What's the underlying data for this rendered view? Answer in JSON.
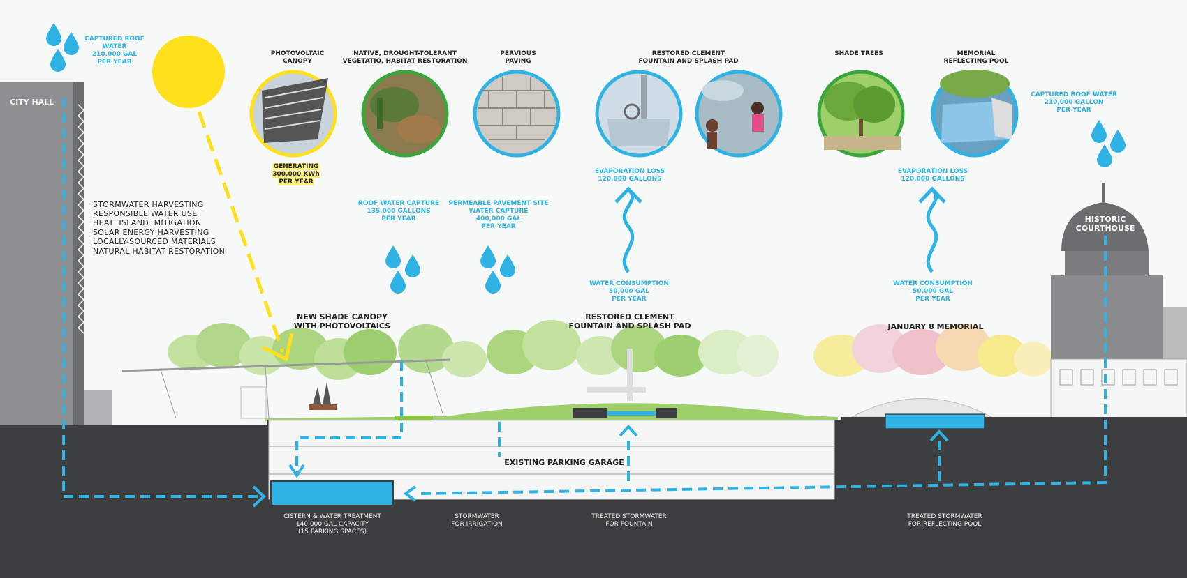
{
  "colors": {
    "water_blue": "#2eb3e4",
    "sun_yellow": "#ffe01b",
    "ground_dark": "#3d3e40",
    "tree_green": "#9fcf6a",
    "memorial_pink": "#f3b8c4",
    "memorial_yellow": "#f7e87a",
    "building_gray": "#8e8f91"
  },
  "buildings": {
    "city_hall": "CITY HALL",
    "courthouse": "HISTORIC\nCOURTHOUSE"
  },
  "goals": [
    "STORMWATER HARVESTING",
    "RESPONSIBLE WATER USE",
    "HEAT  ISLAND  MITIGATION",
    "SOLAR ENERGY HARVESTING",
    "LOCALLY-SOURCED MATERIALS",
    "NATURAL HABITAT RESTORATION"
  ],
  "captured_roof_left": "CAPTURED ROOF\nWATER\n210,000 GAL\nPER YEAR",
  "captured_roof_right": "CAPTURED ROOF WATER\n210,000 GALLON\nPER YEAR",
  "features": [
    {
      "title": "PHOTOVOLTAIC\nCANOPY",
      "icon": "solar-panel-photo",
      "ring": "#ffe01b"
    },
    {
      "title": "NATIVE, DROUGHT-TOLERANT\nVEGETATIO, HABITAT RESTORATION",
      "icon": "desert-plants-photo",
      "ring": "#3aa53a"
    },
    {
      "title": "PERVIOUS\nPAVING",
      "icon": "paving-photo",
      "ring": "#2eb3e4"
    },
    {
      "title": "RESTORED CLEMENT\nFOUNTAIN AND SPLASH PAD",
      "icon": "fountain-photo",
      "ring": "#2eb3e4"
    },
    {
      "title": "",
      "icon": "splash-pad-photo",
      "ring": "#2eb3e4"
    },
    {
      "title": "SHADE TREES",
      "icon": "shade-trees-photo",
      "ring": "#3aa53a"
    },
    {
      "title": "MEMORIAL\nREFLECTING POOL",
      "icon": "reflecting-pool-photo",
      "ring": "#2eb3e4"
    }
  ],
  "generating": [
    "GENERATING",
    "300,000 KWh",
    "PER YEAR"
  ],
  "roof_capture": "ROOF WATER CAPTURE\n135,000 GALLONS\nPER YEAR",
  "permeable_capture": "PERMEABLE PAVEMENT SITE\nWATER CAPTURE\n400,000 GAL\nPER YEAR",
  "evaporation_fountain": "EVAPORATION LOSS\n120,000 GALLONS",
  "evaporation_pool": "EVAPORATION LOSS\n120,000 GALLONS",
  "consumption_fountain": "WATER CONSUMPTION\n50,000 GAL\nPER YEAR",
  "consumption_pool": "WATER CONSUMPTION\n50,000 GAL\nPER YEAR",
  "section_labels": {
    "canopy": "NEW SHADE CANOPY\nWITH PHOTOVOLTAICS",
    "fountain": "RESTORED CLEMENT\nFOUNTAIN AND SPLASH PAD",
    "memorial": "JANUARY 8 MEMORIAL",
    "garage": "EXISTING PARKING GARAGE"
  },
  "bottom_labels": {
    "cistern": "CISTERN & WATER TREATMENT\n140,000 GAL CAPACITY\n(15 PARKING SPACES)",
    "irrigation": "STORMWATER\nFOR IRRIGATION",
    "fountain": "TREATED STORMWATER\nFOR FOUNTAIN",
    "pool": "TREATED STORMWATER\nFOR REFLECTING POOL"
  }
}
